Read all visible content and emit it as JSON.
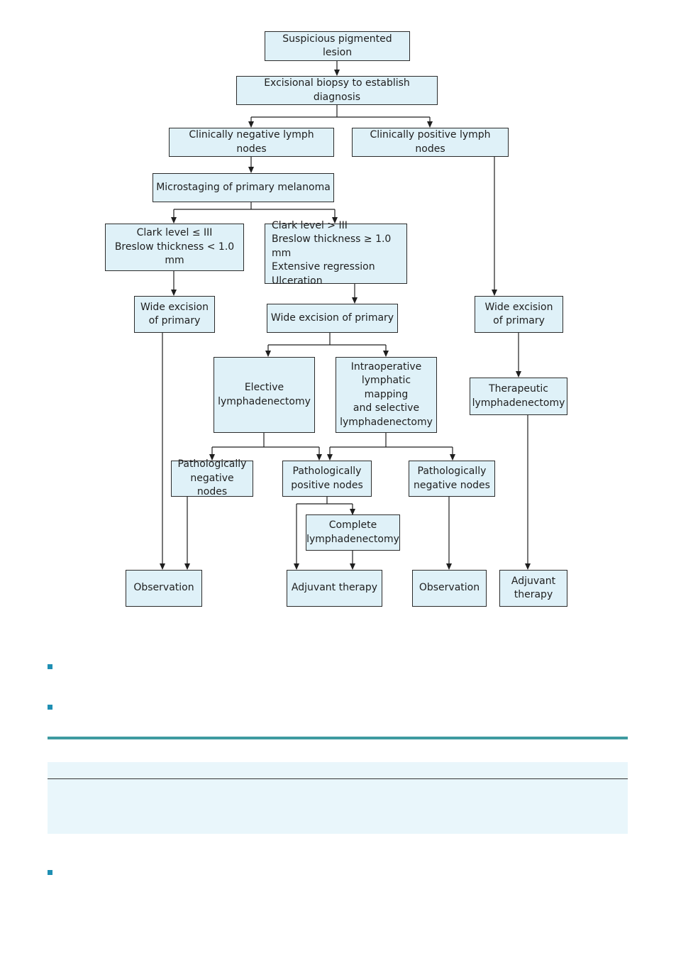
{
  "flowchart": {
    "nodes": {
      "suspicious": "Suspicious pigmented lesion",
      "biopsy": "Excisional biopsy to establish diagnosis",
      "clin_neg": "Clinically negative lymph nodes",
      "clin_pos": "Clinically positive lymph nodes",
      "microstaging": "Microstaging of primary melanoma",
      "clark_low": "Clark level ≤ III\nBreslow thickness < 1.0 mm",
      "clark_high": "Clark level > III\nBreslow thickness ≥ 1.0 mm\nExtensive regression\nUlceration",
      "wide_left": "Wide excision\nof primary",
      "wide_mid": "Wide excision of primary",
      "wide_right": "Wide excision\nof primary",
      "elective": "Elective\nlymphadenectomy",
      "intraop": "Intraoperative\nlymphatic\nmapping\nand selective\nlymphadenectomy",
      "therapeutic": "Therapeutic\nlymphadenectomy",
      "path_neg_left": "Pathologically\nnegative nodes",
      "path_pos": "Pathologically\npositive nodes",
      "path_neg_right": "Pathologically\nnegative nodes",
      "complete": "Complete\nlymphadenectomy",
      "obs_left": "Observation",
      "adjuvant_mid": "Adjuvant therapy",
      "obs_right": "Observation",
      "adjuvant_right": "Adjuvant\ntherapy"
    },
    "edges": [
      [
        "suspicious",
        "biopsy"
      ],
      [
        "biopsy",
        "clin_neg"
      ],
      [
        "biopsy",
        "clin_pos"
      ],
      [
        "clin_neg",
        "microstaging"
      ],
      [
        "microstaging",
        "clark_low"
      ],
      [
        "microstaging",
        "clark_high"
      ],
      [
        "clark_low",
        "wide_left"
      ],
      [
        "clark_high",
        "wide_mid"
      ],
      [
        "clin_pos",
        "wide_right"
      ],
      [
        "wide_mid",
        "elective"
      ],
      [
        "wide_mid",
        "intraop"
      ],
      [
        "wide_right",
        "therapeutic"
      ],
      [
        "elective",
        "path_neg_left"
      ],
      [
        "elective",
        "path_pos"
      ],
      [
        "intraop",
        "path_pos"
      ],
      [
        "intraop",
        "path_neg_right"
      ],
      [
        "path_pos",
        "complete"
      ],
      [
        "path_pos",
        "adjuvant_mid"
      ],
      [
        "complete",
        "adjuvant_mid"
      ],
      [
        "wide_left",
        "obs_left"
      ],
      [
        "path_neg_left",
        "obs_left"
      ],
      [
        "path_neg_right",
        "obs_right"
      ],
      [
        "therapeutic",
        "adjuvant_right"
      ]
    ]
  },
  "colors": {
    "box_fill": "#dff1f8",
    "line": "#1e1e1e",
    "accent_rule": "#3e9aa0",
    "bullet": "#1f8fb3"
  }
}
